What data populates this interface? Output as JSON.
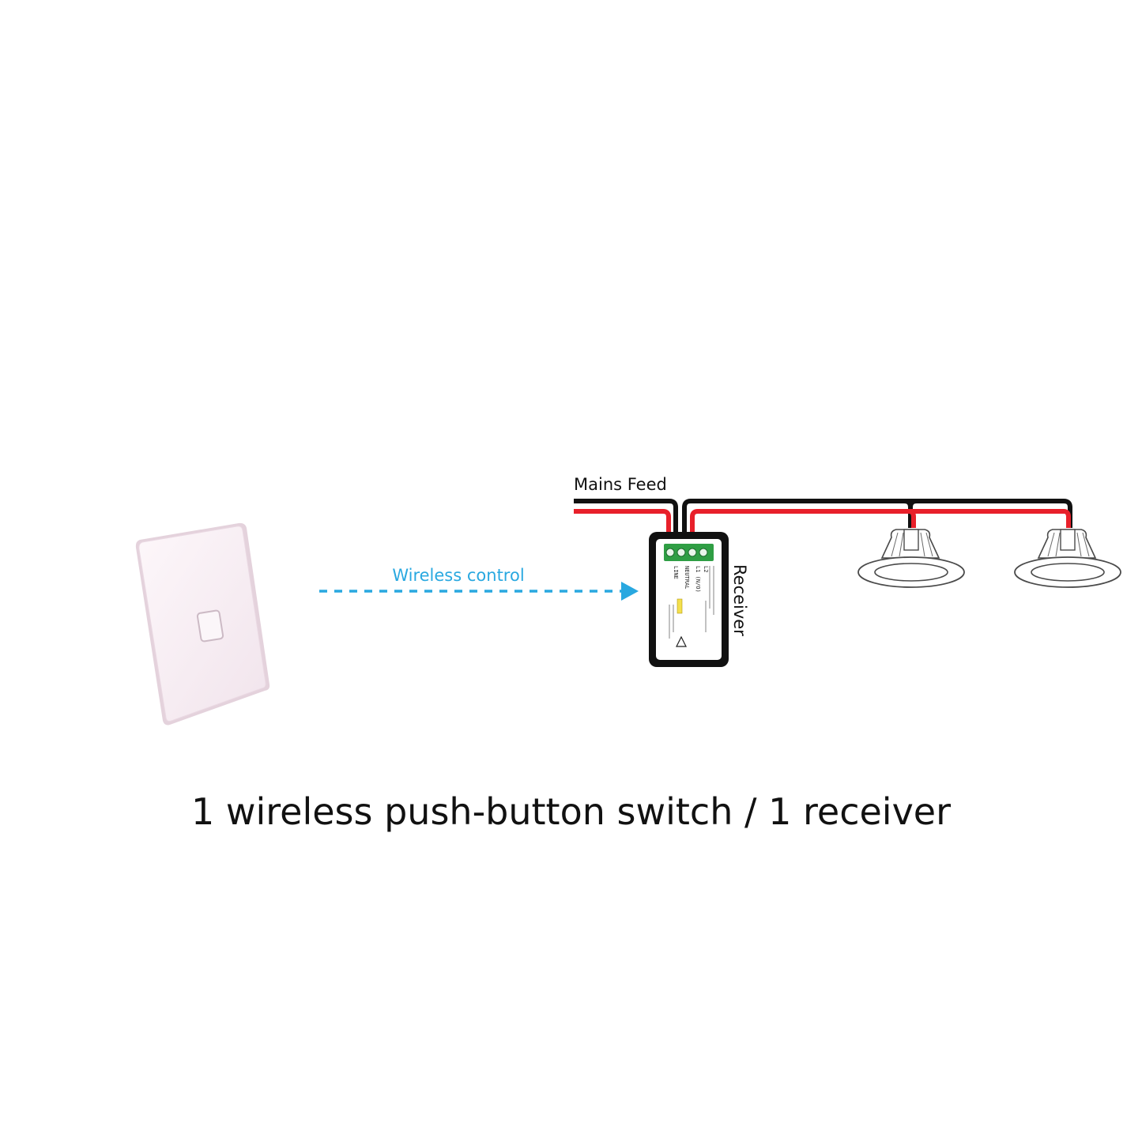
{
  "labels": {
    "mains_feed": "Mains Feed",
    "wireless_control": "Wireless control",
    "receiver": "Receiver"
  },
  "receiver_terminals": {
    "t1": "L2",
    "t2": "L1 (N/O)",
    "t3": "NEUTRAL",
    "t4": "LINE"
  },
  "caption": "1 wireless push-button switch / 1 receiver",
  "colors": {
    "live_wire": "#e8202a",
    "neutral_wire": "#111111",
    "wireless_signal": "#29a8e0",
    "receiver_body": "#111111",
    "terminal_block": "#2f9e44",
    "switch_plate": "#f7eef3"
  }
}
